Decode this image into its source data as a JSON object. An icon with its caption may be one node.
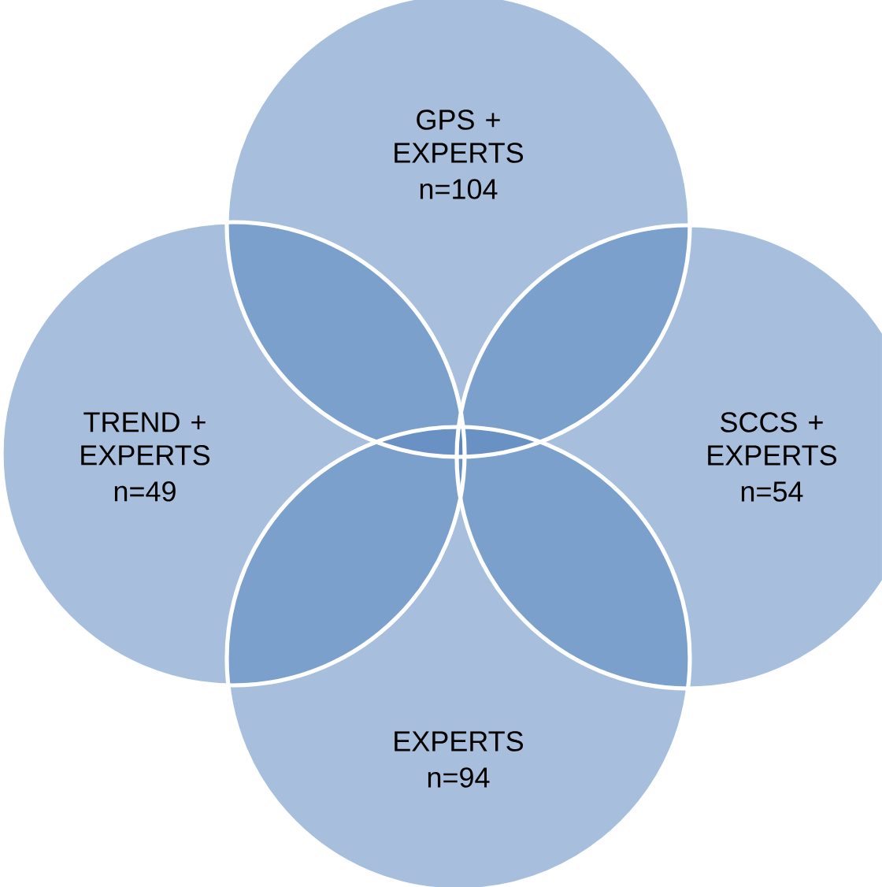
{
  "diagram": {
    "nodes": [
      {
        "text": [
          "GPS + EXPERTS",
          "n=104"
        ]
      },
      {
        "text": [
          "TREND + EXPERTS",
          "n=49"
        ]
      },
      {
        "text": [
          "SCCS + EXPERTS",
          "n=54"
        ]
      },
      {
        "text": [
          "EXPERTS",
          "n=94"
        ]
      }
    ],
    "edges": []
  }
}
